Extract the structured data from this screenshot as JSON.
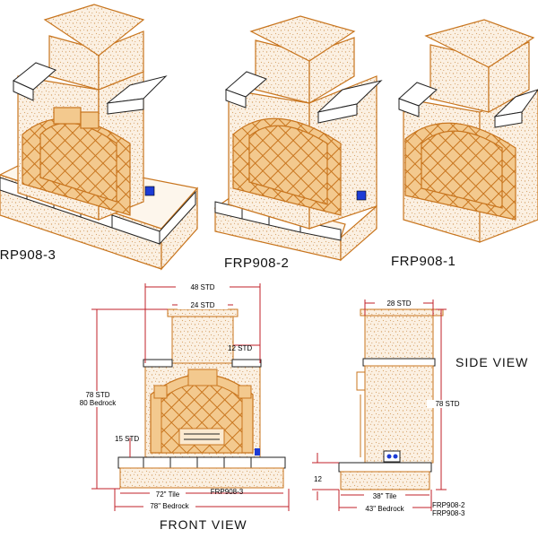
{
  "models": {
    "left": "FRP908-3",
    "middle": "FRP908-2",
    "right": "FRP908-1"
  },
  "front_view": {
    "title": "FRONT VIEW",
    "width_total": "48 STD",
    "chimney_width": "24 STD",
    "chimney_step": "12 STD",
    "height_line1": "78 STD",
    "height_line2": "80 Bedrock",
    "firebox_height": "15 STD",
    "hearth_tile": "72\" Tile",
    "hearth_bedrock": "78\" Bedrock",
    "hearth_model": "FRP908-3"
  },
  "side_view": {
    "title": "SIDE VIEW",
    "chimney_depth": "28 STD",
    "height": "78 STD",
    "hearth_height": "12",
    "depth_tile": "38\" Tile",
    "depth_bedrock": "43\" Bedrock",
    "model_a": "FRP908-2",
    "model_b": "FRP908-3"
  },
  "colors": {
    "outline": "#c8751e",
    "stucco": "#f7e8d4",
    "dimension_line": "#c0202a",
    "text": "#111111"
  }
}
